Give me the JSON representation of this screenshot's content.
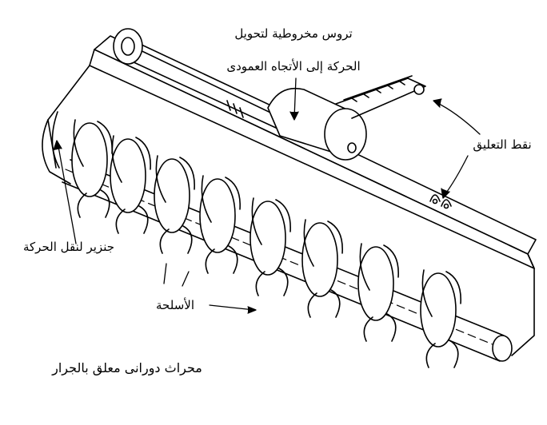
{
  "diagram": {
    "labels": {
      "gear_line1": "تروس مخروطية لتحويل",
      "gear_line2": "الحركة إلى الأتجاه العمودى",
      "hitch": "نقط التعليق",
      "chain": "جنزير لنقل الحركة",
      "blades": "الأسلحة",
      "caption": "محراث دورانى معلق بالجرار"
    },
    "line_color": "#000000",
    "background": "#ffffff"
  }
}
